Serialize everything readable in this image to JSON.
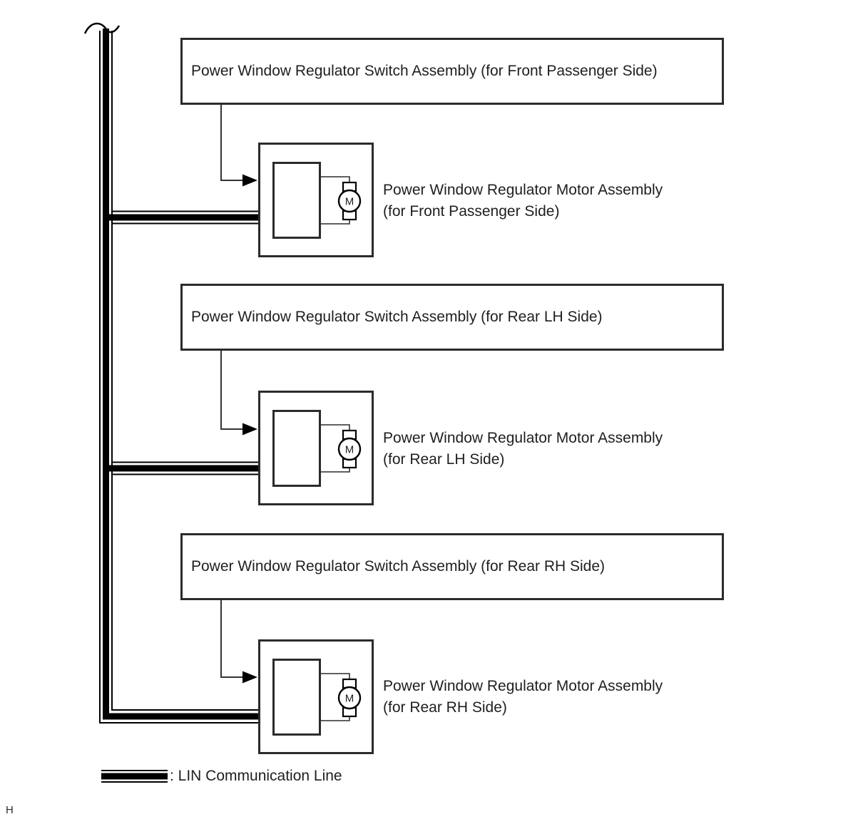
{
  "page": {
    "background": "#ffffff",
    "page_marker": "H"
  },
  "legend": {
    "label": ": LIN Communication Line",
    "swatch": "lin-communication-line-sample"
  },
  "units": [
    {
      "switch_label": "Power Window Regulator Switch Assembly (for Front Passenger Side)",
      "motor_label_line1": "Power Window Regulator Motor Assembly",
      "motor_label_line2": "(for Front Passenger Side)",
      "motor_letter": "M"
    },
    {
      "switch_label": "Power Window Regulator Switch Assembly (for Rear LH Side)",
      "motor_label_line1": "Power Window Regulator Motor Assembly",
      "motor_label_line2": "(for Rear LH Side)",
      "motor_letter": "M"
    },
    {
      "switch_label": "Power Window Regulator Switch Assembly (for Rear RH Side)",
      "motor_label_line1": "Power Window Regulator Motor Assembly",
      "motor_label_line2": "(for Rear RH Side)",
      "motor_letter": "M"
    }
  ],
  "colors": {
    "line": "#000000",
    "border": "#2b2b2b",
    "wire": "#4a4a4a",
    "text": "#1f1f1f"
  }
}
